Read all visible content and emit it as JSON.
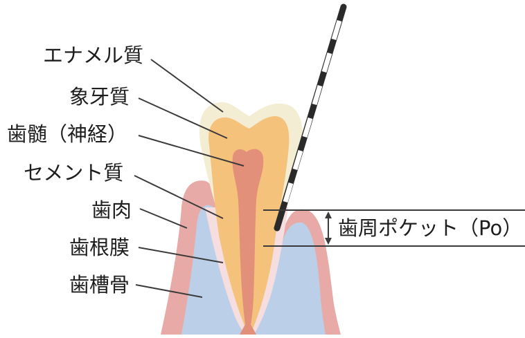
{
  "labels": {
    "enamel": "エナメル質",
    "dentin": "象牙質",
    "pulp": "歯髄（神経）",
    "cementum": "セメント質",
    "gingiva": "歯肉",
    "pdl": "歯根膜",
    "bone": "歯槽骨",
    "pocket": "歯周ポケット（Po）"
  },
  "colors": {
    "enamel": "#f3edd4",
    "dentin": "#f4c27a",
    "pulp": "#e3907a",
    "gingiva": "#e8aaa6",
    "pdl": "#f5dde0",
    "bone": "#bccfe9",
    "probe_dark": "#2a2a2a",
    "line": "#3a3a3a"
  },
  "icons": {
    "probe": "periodontal-probe-icon"
  }
}
